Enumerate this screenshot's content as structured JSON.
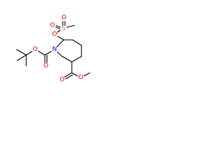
{
  "structure": {
    "atom_colors": {
      "O": "#ff0000",
      "N": "#0000ff",
      "S": "#b8a000"
    },
    "atoms": {
      "n1": "N",
      "o_boc_ester": "O",
      "o_boc_carbonyl": "O",
      "o_ester_carbonyl": "O",
      "o_ester_methoxy": "O",
      "o_ms_link": "O",
      "s_ms": "S",
      "o_ms_a": "O",
      "o_ms_b": "O"
    }
  }
}
